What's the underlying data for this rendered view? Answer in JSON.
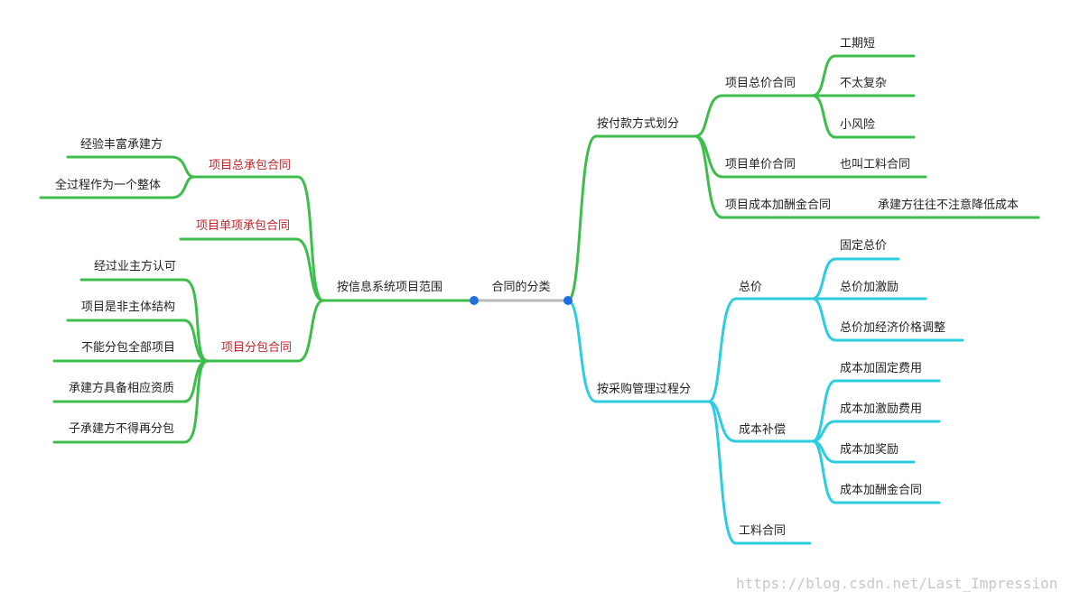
{
  "diagram": {
    "center_label": "合同的分类",
    "left": {
      "label": "按信息系统项目范围",
      "children": [
        {
          "label": "项目总承包合同",
          "children": [
            "经验丰富承建方",
            "全过程作为一个整体"
          ]
        },
        {
          "label": "项目单项承包合同",
          "children": []
        },
        {
          "label": "项目分包合同",
          "children": [
            "经过业主方认可",
            "项目是非主体结构",
            "不能分包全部项目",
            "承建方具备相应资质",
            "子承建方不得再分包"
          ]
        }
      ]
    },
    "right_top": {
      "label": "按付款方式划分",
      "children": [
        {
          "label": "项目总价合同",
          "children": [
            "工期短",
            "不太复杂",
            "小风险"
          ]
        },
        {
          "label": "项目单价合同",
          "children": [
            "也叫工料合同"
          ]
        },
        {
          "label": "项目成本加酬金合同",
          "children": [
            "承建方往往不注意降低成本"
          ]
        }
      ]
    },
    "right_bottom": {
      "label": "按采购管理过程分",
      "children": [
        {
          "label": "总价",
          "children": [
            "固定总价",
            "总价加激励",
            "总价加经济价格调整"
          ]
        },
        {
          "label": "成本补偿",
          "children": [
            "成本加固定费用",
            "成本加激励费用",
            "成本加奖励",
            "成本加酬金合同"
          ]
        },
        {
          "label": "工料合同",
          "children": []
        }
      ]
    }
  },
  "watermark": "https://blog.csdn.net/Last_Impression",
  "colors": {
    "green": "#3dbd4b",
    "cyan": "#2dcde0",
    "red": "#c0252b",
    "gray": "#b9b9b9",
    "node": "#1f6fe0"
  }
}
